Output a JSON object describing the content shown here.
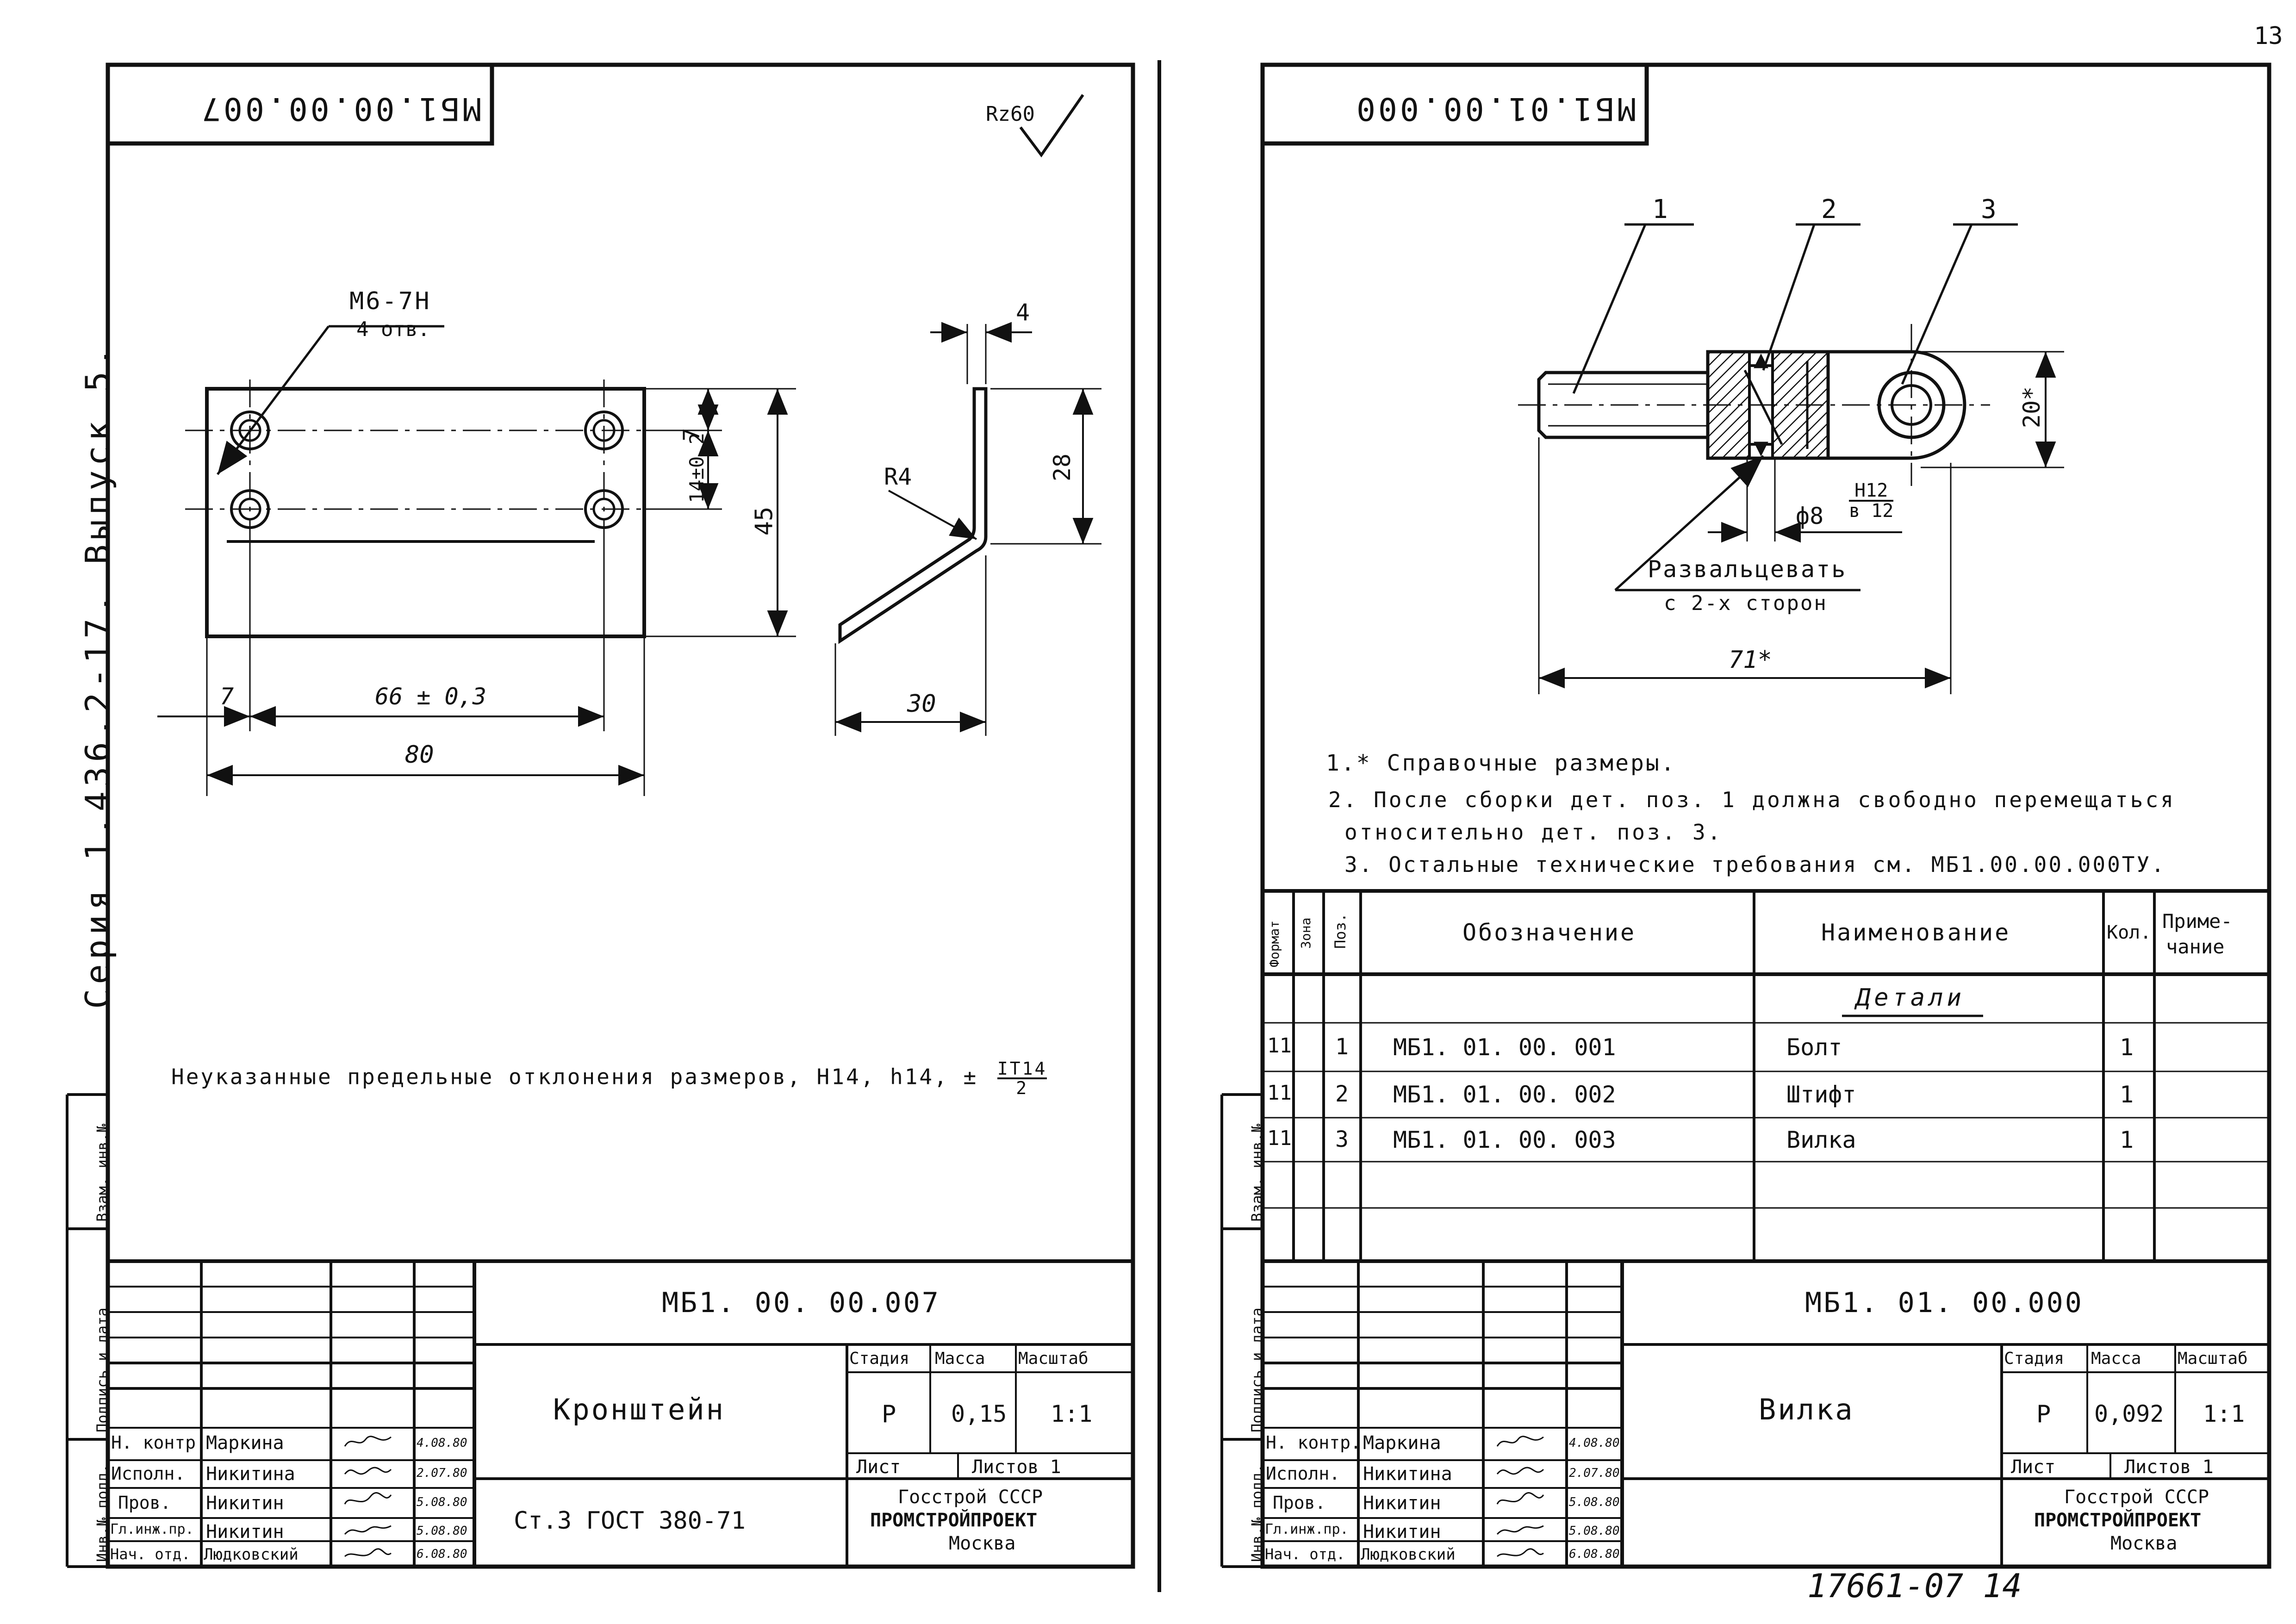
{
  "page_number": "13",
  "side_title": "Серия 1.436.2-17. Выпуск 5.",
  "archive_number": "17661-07 14",
  "left_sheet": {
    "corner_code": "МБ1.00.00.007",
    "roughness": "Rz60",
    "callout_thread": "М6-7Н",
    "callout_holes": "4 отв.",
    "dim_vertical_7": "7",
    "dim_vertical_14": "14±0,2",
    "dim_vertical_45": "45",
    "dim_edge_7": "7",
    "dim_66": "66 ± 0,3",
    "dim_80": "80",
    "profile_dim_4": "4",
    "profile_radius": "R4",
    "profile_dim_28": "28",
    "profile_dim_30": "30",
    "tolerance_note_text": "Неуказанные предельные отклонения размеров, Н14, h14, ±",
    "tolerance_fraction_top": "IT14",
    "tolerance_fraction_bottom": "2",
    "title_block": {
      "doc_code": "МБ1. 00. 00.007",
      "part_name": "Кронштейн",
      "material": "Ст.3   ГОСТ 380-71",
      "stage_header": "Стадия",
      "mass_header": "Масса",
      "scale_header": "Масштаб",
      "stage": "Р",
      "mass": "0,15",
      "scale": "1:1",
      "sheet_label": "Лист",
      "sheets_label": "Листов 1",
      "org_line1": "Госстрой СССР",
      "org_line2": "ПРОМСТРОЙПРОЕКТ",
      "org_line3": "Москва",
      "roles": [
        "Н. контр.",
        "Исполн.",
        "Пров.",
        "Гл.инж.пр.",
        "Нач. отд."
      ],
      "names": [
        "Маркина",
        "Никитина",
        "Никитин",
        "Никитин",
        "Людковский"
      ],
      "dates": [
        "4.08.80",
        "2.07.80",
        "5.08.80",
        "5.08.80",
        "6.08.80"
      ],
      "margin_labels": [
        "Инв.№ подл.",
        "Подпись и дата",
        "Взам. инв.№"
      ]
    }
  },
  "right_sheet": {
    "corner_code": "МБ1.01.00.000",
    "balloon_1": "1",
    "balloon_2": "2",
    "balloon_3": "3",
    "dim_20": "20*",
    "dim_diameter": "ф8",
    "fit_top": "Н12",
    "fit_bottom": "в 12",
    "note_flare_1": "Развальцевать",
    "note_flare_2": "с 2-х сторон",
    "dim_71": "71*",
    "notes": [
      "1.* Справочные размеры.",
      "2. После сборки дет. поз. 1 должна свободно перемещаться",
      "относительно дет. поз. 3.",
      "3. Остальные технические требования см. МБ1.00.00.000ТУ."
    ],
    "spec_table": {
      "headers": {
        "format": "Формат",
        "zone": "Зона",
        "pos": "Поз.",
        "designation": "Обозначение",
        "name": "Наименование",
        "qty": "Кол.",
        "note_1": "Приме-",
        "note_2": "чание"
      },
      "section": "Детали",
      "rows": [
        {
          "format": "11",
          "pos": "1",
          "designation": "МБ1. 01. 00. 001",
          "name": "Болт",
          "qty": "1"
        },
        {
          "format": "11",
          "pos": "2",
          "designation": "МБ1. 01. 00. 002",
          "name": "Штифт",
          "qty": "1"
        },
        {
          "format": "11",
          "pos": "3",
          "designation": "МБ1. 01. 00. 003",
          "name": "Вилка",
          "qty": "1"
        }
      ]
    },
    "title_block": {
      "doc_code": "МБ1. 01. 00.000",
      "part_name": "Вилка",
      "stage_header": "Стадия",
      "mass_header": "Масса",
      "scale_header": "Масштаб",
      "stage": "Р",
      "mass": "0,092",
      "scale": "1:1",
      "sheet_label": "Лист",
      "sheets_label": "Листов 1",
      "org_line1": "Госстрой СССР",
      "org_line2": "ПРОМСТРОЙПРОЕКТ",
      "org_line3": "Москва",
      "roles": [
        "Н. контр.",
        "Исполн.",
        "Пров.",
        "Гл.инж.пр.",
        "Нач. отд."
      ],
      "names": [
        "Маркина",
        "Никитина",
        "Никитин",
        "Никитин",
        "Людковский"
      ],
      "dates": [
        "4.08.80",
        "2.07.80",
        "5.08.80",
        "5.08.80",
        "6.08.80"
      ],
      "margin_labels": [
        "Инв.№ подл.",
        "Подпись и дата",
        "Взам. инв.№"
      ]
    }
  }
}
